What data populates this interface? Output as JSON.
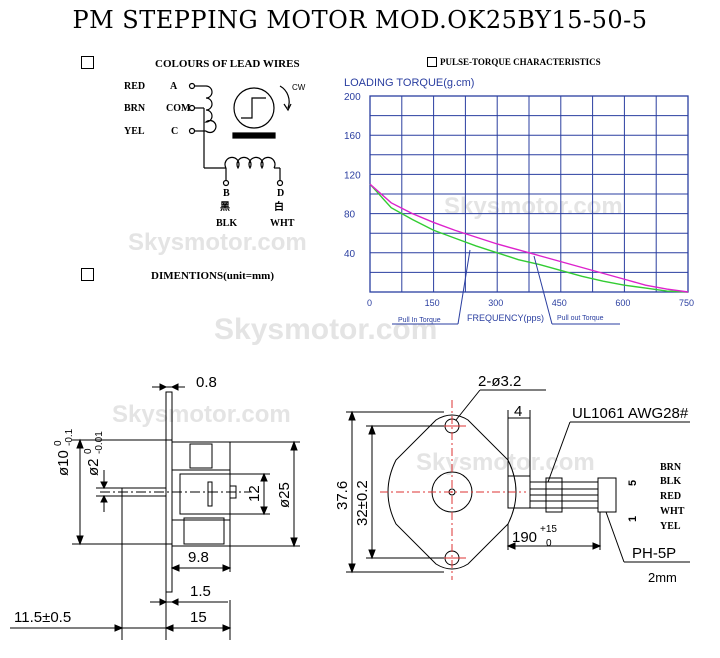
{
  "title": "PM STEPPING MOTOR MOD.OK25BY15-50-5",
  "watermark": "Skysmotor.com",
  "lead_wires": {
    "heading": "COLOURS OF LEAD WIRES",
    "rows": [
      {
        "color": "RED",
        "pin": "A"
      },
      {
        "color": "BRN",
        "pin": "COM"
      },
      {
        "color": "YEL",
        "pin": "C"
      }
    ],
    "cw": "CW",
    "bottom": [
      {
        "pin": "B",
        "cn": "黑",
        "color": "BLK"
      },
      {
        "pin": "D",
        "cn": "白",
        "color": "WHT"
      }
    ]
  },
  "dimentions_heading": "DIMENTIONS(unit=mm)",
  "chart_heading": "PULSE-TORQUE CHARACTERISTICS",
  "chart_data": {
    "type": "line",
    "ylabel": "LOADING TORQUE(g.cm)",
    "xlabel": "FREQUENCY(pps)",
    "xlim": [
      0,
      750
    ],
    "ylim": [
      0,
      200
    ],
    "x_ticks": [
      0,
      150,
      300,
      450,
      600,
      750
    ],
    "y_ticks": [
      40,
      80,
      120,
      160,
      200
    ],
    "series": [
      {
        "name": "Pull In Torque",
        "color": "#33cc33",
        "x": [
          0,
          50,
          100,
          150,
          200,
          250,
          300,
          350,
          400,
          450,
          500,
          550,
          600,
          650,
          700,
          750
        ],
        "y": [
          110,
          86,
          74,
          63,
          55,
          47,
          40,
          33,
          28,
          22,
          16,
          11,
          7,
          4,
          1,
          0
        ]
      },
      {
        "name": "Pull out Torque",
        "color": "#dd22cc",
        "x": [
          0,
          50,
          100,
          150,
          200,
          250,
          300,
          350,
          400,
          450,
          500,
          550,
          600,
          650,
          700,
          750
        ],
        "y": [
          110,
          91,
          80,
          71,
          63,
          56,
          49,
          43,
          37,
          31,
          25,
          19,
          13,
          7,
          3,
          0
        ]
      }
    ]
  },
  "side_view": {
    "d08": "0.8",
    "d10_main": "ø10",
    "d10_up": "0",
    "d10_lo": "-0.1",
    "d2_main": "ø2",
    "d2_up": "0",
    "d2_lo": "-0.01",
    "d12": "12",
    "d25": "ø25",
    "d98": "9.8",
    "d15": "1.5",
    "d115": "11.5±0.5",
    "d15b": "15"
  },
  "front_view": {
    "holes": "2-ø3.2",
    "d4": "4",
    "cable": "UL1061 AWG28#",
    "d376": "37.6",
    "d32": "32±0.2",
    "len_main": "190",
    "len_up": "+15",
    "len_lo": "0",
    "connector": "PH-5P",
    "pitch": "2mm",
    "pin_top": "5",
    "pin_bot": "1",
    "wires": [
      "BRN",
      "BLK",
      "RED",
      "WHT",
      "YEL"
    ]
  }
}
